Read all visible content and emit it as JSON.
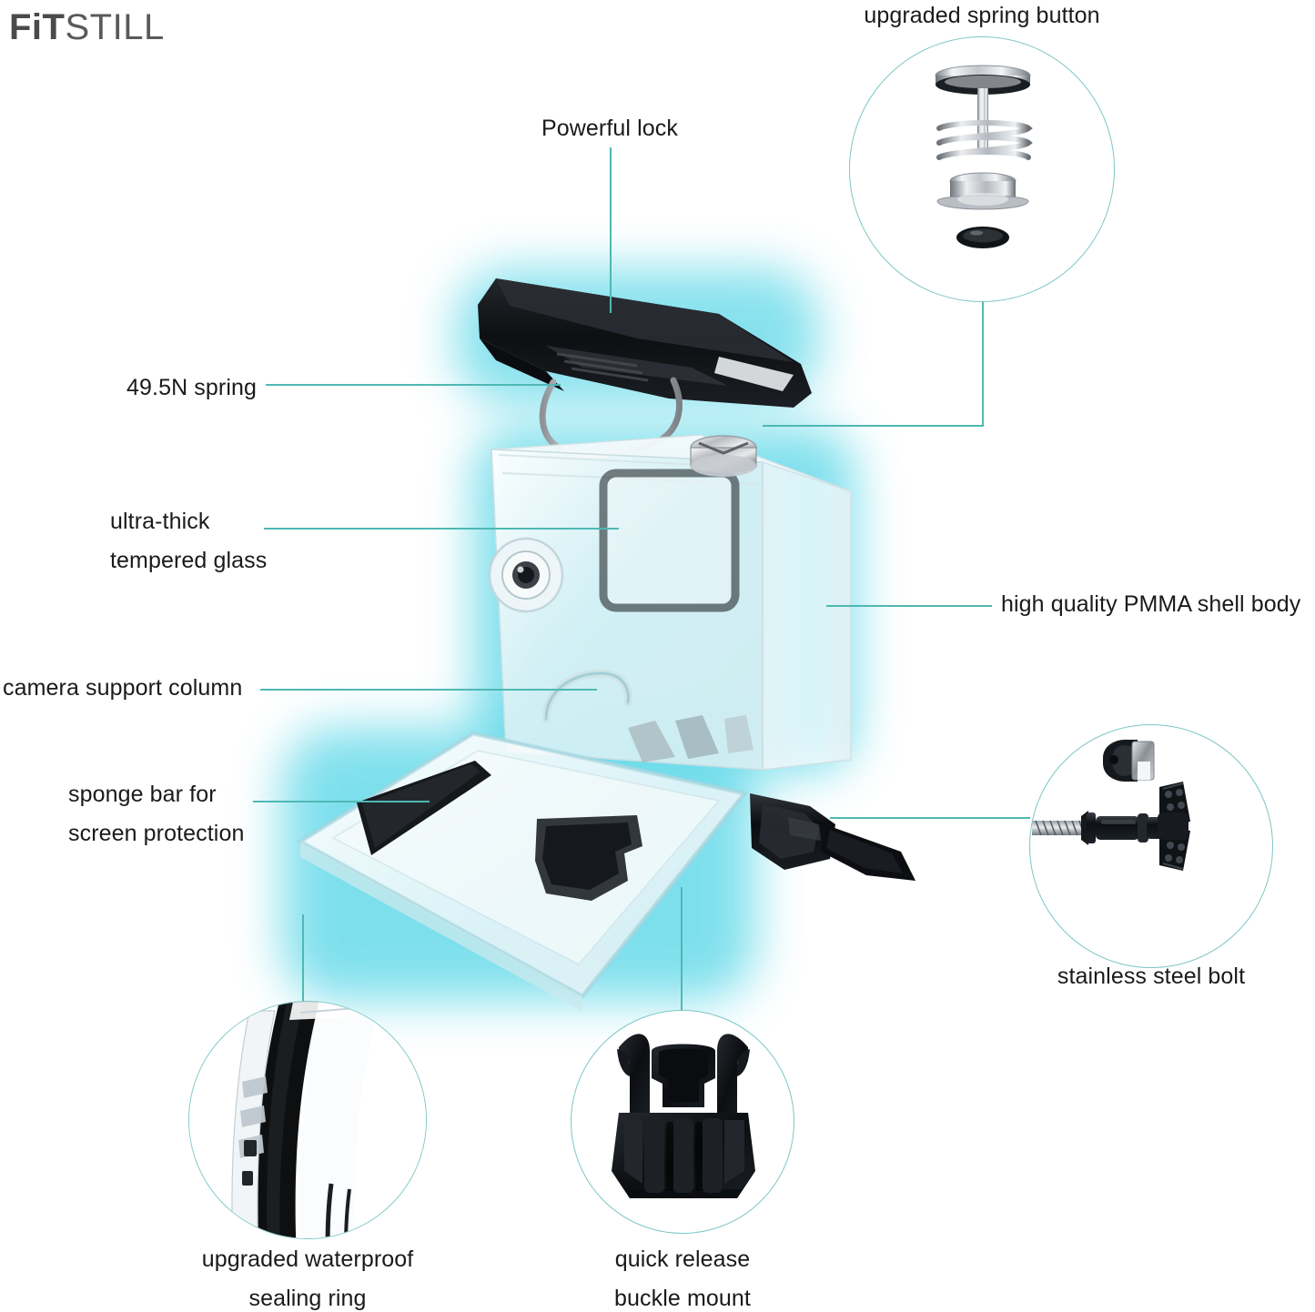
{
  "brand": {
    "name_bold": "FiT",
    "name_light": "STILL"
  },
  "theme": {
    "accent_teal": "#4fb8b4",
    "bubble_stroke": "#7fc6c6",
    "glow_cyan": "#5fd8e8",
    "text_dark": "#1a1a1a",
    "logo_gray": "#4a4a4a",
    "background": "#ffffff"
  },
  "callouts": [
    {
      "id": "upgraded-spring-button",
      "label": "upgraded spring button",
      "align": "center",
      "has_bubble": true,
      "bubble_contents": "exploded spring button: disc cap, shaft, coil spring, cylindrical base, o-ring"
    },
    {
      "id": "powerful-lock",
      "label": "Powerful lock",
      "align": "center",
      "has_bubble": false
    },
    {
      "id": "spring-force",
      "label": "49.5N spring",
      "align": "left",
      "has_bubble": false
    },
    {
      "id": "tempered-glass",
      "label": "ultra-thick\ntempered glass",
      "align": "left",
      "has_bubble": false
    },
    {
      "id": "camera-support-column",
      "label": "camera support column",
      "align": "left",
      "has_bubble": false
    },
    {
      "id": "sponge-bar",
      "label": "sponge bar for\nscreen protection",
      "align": "left",
      "has_bubble": false
    },
    {
      "id": "pmma-shell-body",
      "label": "high quality PMMA shell body",
      "align": "left",
      "has_bubble": false
    },
    {
      "id": "stainless-steel-bolt",
      "label": "stainless steel bolt",
      "align": "center",
      "has_bubble": true,
      "bubble_contents": "black thumbscrew bolt with winged head and small silver cap nut"
    },
    {
      "id": "waterproof-sealing-ring",
      "label": "upgraded waterproof\nsealing ring",
      "align": "center",
      "has_bubble": true,
      "bubble_contents": "macro close-up of black rubber gasket seated in clear housing channel"
    },
    {
      "id": "quick-release-buckle-mount",
      "label": "quick release\nbuckle mount",
      "align": "center",
      "has_bubble": true,
      "bubble_contents": "black plastic quick-release buckle clip with two curved prongs and three-finger base"
    }
  ],
  "product": {
    "name": "waterproof dive housing case",
    "parts": [
      "lock lever",
      "wire spring loop",
      "clear PMMA shell body",
      "tempered glass lens window",
      "lens port ring",
      "spring button",
      "camera support column",
      "hinged door with sponge bar",
      "thumbscrew bolt assembly"
    ]
  }
}
